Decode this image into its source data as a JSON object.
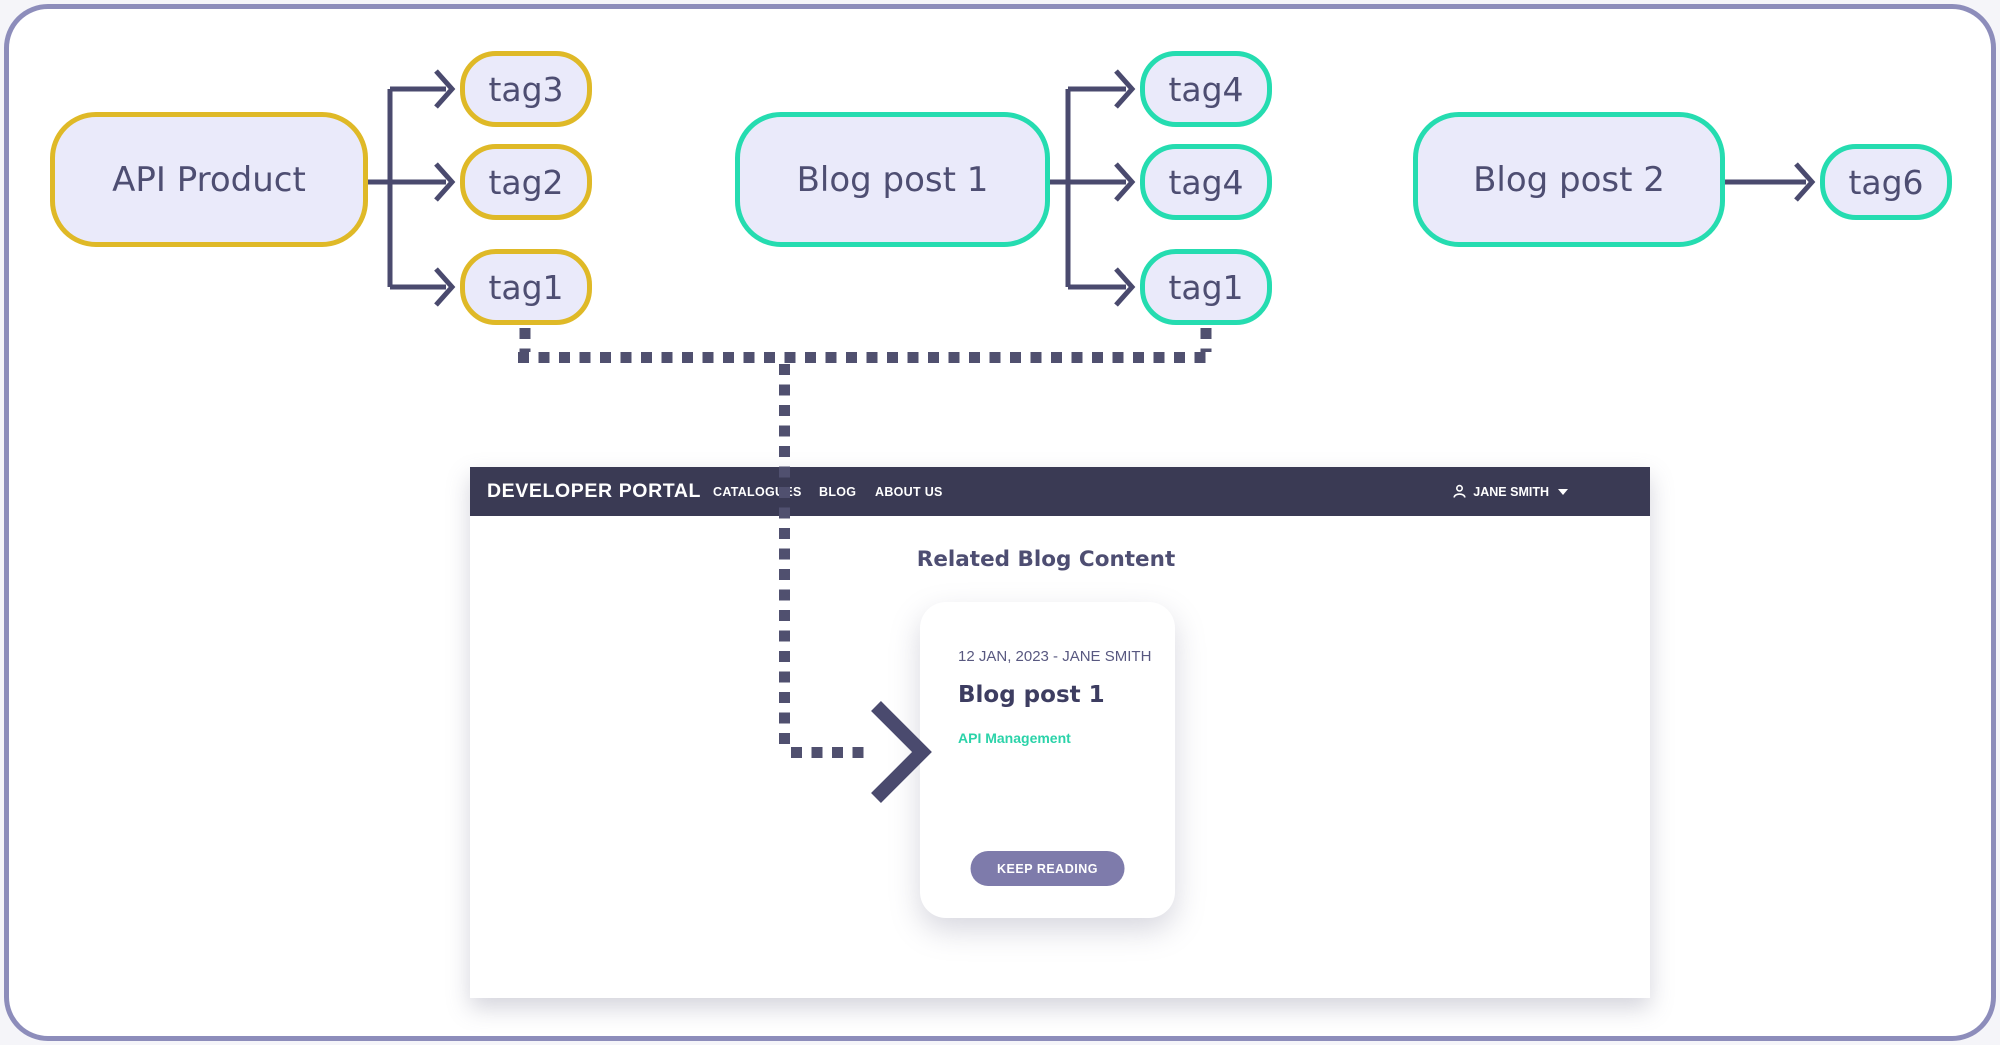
{
  "colors": {
    "yellow_accent": "#dfb927",
    "teal_accent": "#25dcb0",
    "node_fill": "#eaeafa",
    "node_text": "#4e4e72",
    "connector": "#4a4a6e",
    "dotted_connector": "#50506f",
    "navbar_bg": "#3a3a54",
    "button_purple": "#7e7bab",
    "link_teal": "#2bd3a9",
    "frame_border": "#8d8dbb"
  },
  "diagram": {
    "groups": [
      {
        "node": {
          "label": "API Product",
          "accent": "yellow"
        },
        "tags": [
          {
            "label": "tag3"
          },
          {
            "label": "tag2"
          },
          {
            "label": "tag1"
          }
        ]
      },
      {
        "node": {
          "label": "Blog post 1",
          "accent": "teal"
        },
        "tags": [
          {
            "label": "tag4"
          },
          {
            "label": "tag4"
          },
          {
            "label": "tag1"
          }
        ]
      },
      {
        "node": {
          "label": "Blog post 2",
          "accent": "teal"
        },
        "tags": [
          {
            "label": "tag6"
          }
        ]
      }
    ]
  },
  "portal": {
    "brand": "DEVELOPER PORTAL",
    "nav": {
      "items": [
        "CATALOGUES",
        "BLOG",
        "ABOUT US"
      ]
    },
    "user": {
      "name": "JANE SMITH",
      "icon": "user-icon"
    },
    "section_title": "Related Blog Content",
    "card": {
      "meta": "12 JAN, 2023 - JANE SMITH",
      "title": "Blog post 1",
      "tag_link": "API Management",
      "cta": "KEEP READING"
    }
  }
}
